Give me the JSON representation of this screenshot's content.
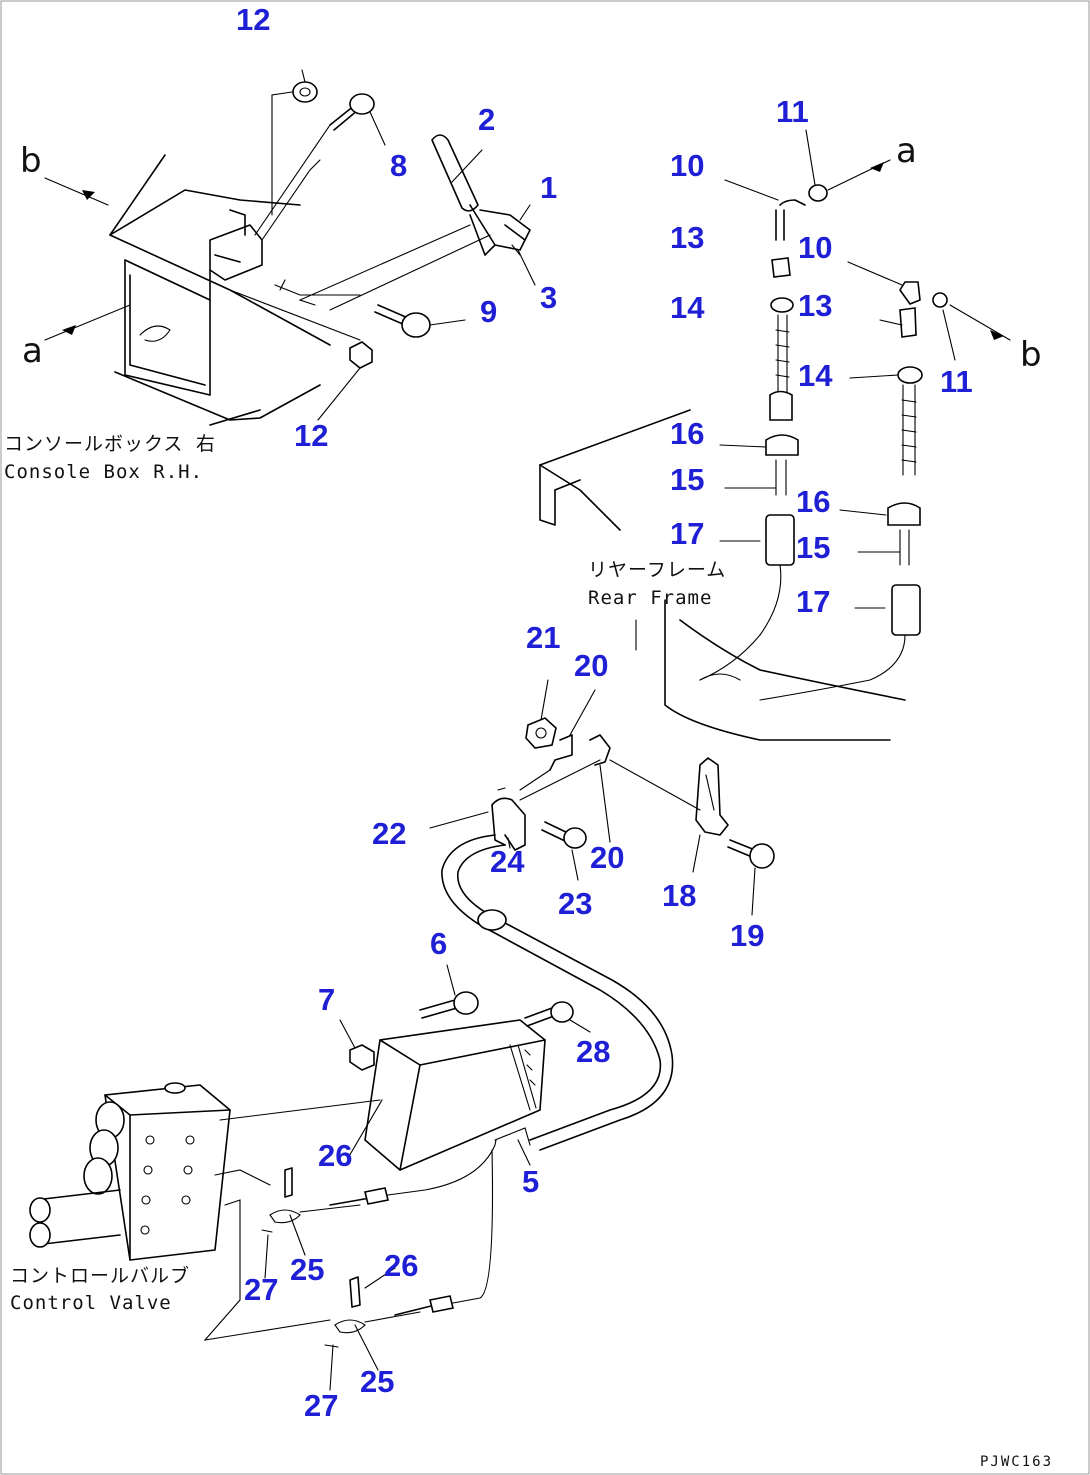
{
  "callouts": {
    "c12a": "12",
    "c8": "8",
    "c2": "2",
    "c1": "1",
    "c3": "3",
    "c9": "9",
    "c12b": "12",
    "c11a": "11",
    "c10a": "10",
    "c13a": "13",
    "c10b": "10",
    "c14a": "14",
    "c13b": "13",
    "c14b": "14",
    "c11b": "11",
    "c16a": "16",
    "c15a": "15",
    "c16b": "16",
    "c17a": "17",
    "c15b": "15",
    "c17b": "17",
    "c21": "21",
    "c20a": "20",
    "c22": "22",
    "c24": "24",
    "c20b": "20",
    "c23": "23",
    "c18": "18",
    "c19": "19",
    "c6": "6",
    "c7": "7",
    "c28": "28",
    "c26a": "26",
    "c5": "5",
    "c25a": "25",
    "c27a": "27",
    "c26b": "26",
    "c25b": "25",
    "c27b": "27"
  },
  "labels": {
    "console_box_jp": "コンソールボックス 右",
    "console_box_en": "Console Box R.H.",
    "rear_frame_jp": "リヤーフレーム",
    "rear_frame_en": "Rear Frame",
    "control_valve_jp": "コントロールバルブ",
    "control_valve_en": "Control Valve"
  },
  "arrow_markers": {
    "b_top_left": "b",
    "a_left": "a",
    "a_top_right": "a",
    "b_right": "b"
  },
  "drawing_ref": "PJWC163"
}
